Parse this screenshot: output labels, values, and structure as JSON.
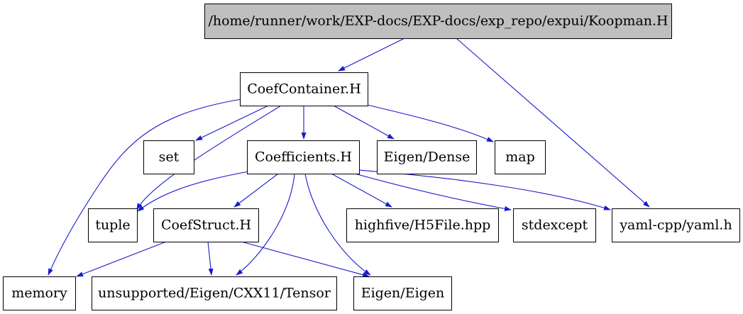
{
  "colors": {
    "root_fill": "#bfbfbf",
    "node_fill": "#ffffff",
    "edge": "#1a1acd",
    "border": "#000000"
  },
  "nodes": [
    {
      "id": "koopman",
      "label": "/home/runner/work/EXP-docs/EXP-docs/exp_repo/expui/Koopman.H",
      "root": true
    },
    {
      "id": "coefcontainer",
      "label": "CoefContainer.H"
    },
    {
      "id": "set",
      "label": "set"
    },
    {
      "id": "coefficients",
      "label": "Coefficients.H"
    },
    {
      "id": "eigendense",
      "label": "Eigen/Dense"
    },
    {
      "id": "map",
      "label": "map"
    },
    {
      "id": "tuple",
      "label": "tuple"
    },
    {
      "id": "coefstruct",
      "label": "CoefStruct.H"
    },
    {
      "id": "highfive",
      "label": "highfive/H5File.hpp"
    },
    {
      "id": "stdexcept",
      "label": "stdexcept"
    },
    {
      "id": "yaml",
      "label": "yaml-cpp/yaml.h"
    },
    {
      "id": "memory",
      "label": "memory"
    },
    {
      "id": "tensor",
      "label": "unsupported/Eigen/CXX11/Tensor"
    },
    {
      "id": "eigeneigen",
      "label": "Eigen/Eigen"
    }
  ],
  "edges": [
    {
      "from": "koopman",
      "to": "coefcontainer"
    },
    {
      "from": "koopman",
      "to": "yaml"
    },
    {
      "from": "coefcontainer",
      "to": "memory"
    },
    {
      "from": "coefcontainer",
      "to": "set"
    },
    {
      "from": "coefcontainer",
      "to": "tuple"
    },
    {
      "from": "coefcontainer",
      "to": "coefficients"
    },
    {
      "from": "coefcontainer",
      "to": "eigendense"
    },
    {
      "from": "coefcontainer",
      "to": "map"
    },
    {
      "from": "coefficients",
      "to": "tuple"
    },
    {
      "from": "coefficients",
      "to": "coefstruct"
    },
    {
      "from": "coefficients",
      "to": "tensor"
    },
    {
      "from": "coefficients",
      "to": "eigeneigen"
    },
    {
      "from": "coefficients",
      "to": "highfive"
    },
    {
      "from": "coefficients",
      "to": "stdexcept"
    },
    {
      "from": "coefficients",
      "to": "yaml"
    },
    {
      "from": "coefstruct",
      "to": "memory"
    },
    {
      "from": "coefstruct",
      "to": "tensor"
    },
    {
      "from": "coefstruct",
      "to": "eigeneigen"
    }
  ]
}
